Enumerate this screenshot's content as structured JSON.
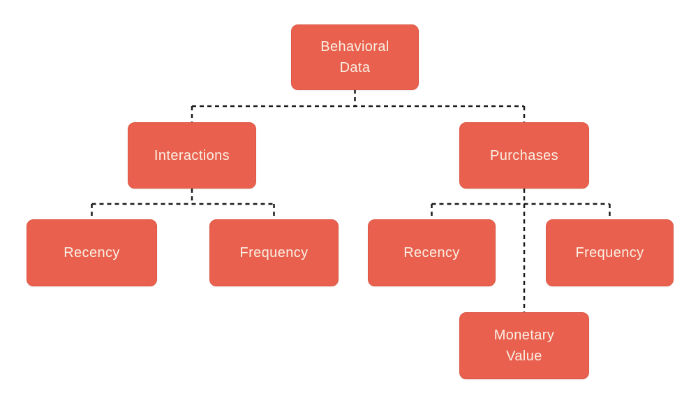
{
  "diagram": {
    "type": "tree",
    "nodes": [
      {
        "id": "behavioral-data",
        "label": "Behavioral Data",
        "display": "Behavioral\nData",
        "parent": null
      },
      {
        "id": "interactions",
        "label": "Interactions",
        "display": "Interactions",
        "parent": "behavioral-data"
      },
      {
        "id": "purchases",
        "label": "Purchases",
        "display": "Purchases",
        "parent": "behavioral-data"
      },
      {
        "id": "recency-interactions",
        "label": "Recency",
        "display": "Recency",
        "parent": "interactions"
      },
      {
        "id": "frequency-interactions",
        "label": "Frequency",
        "display": "Frequency",
        "parent": "interactions"
      },
      {
        "id": "recency-purchases",
        "label": "Recency",
        "display": "Recency",
        "parent": "purchases"
      },
      {
        "id": "frequency-purchases",
        "label": "Frequency",
        "display": "Frequency",
        "parent": "purchases"
      },
      {
        "id": "monetary-value",
        "label": "Monetary Value",
        "display": "Monetary\nValue",
        "parent": "purchases"
      }
    ],
    "colors": {
      "node_fill": "#E9614E",
      "node_border": "#DD5744",
      "node_text": "#FAEFE4",
      "connector": "#1B1B1B",
      "background": "#FFFFFF"
    },
    "connector_style": "dashed"
  }
}
